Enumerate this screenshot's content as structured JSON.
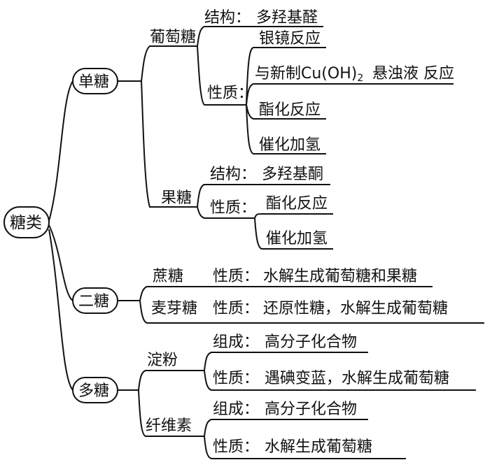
{
  "root": {
    "label": "糖类"
  },
  "mono": {
    "label": "单糖",
    "glucose": {
      "label": "葡萄糖",
      "structure_label": "结构：",
      "structure_value": "多羟基醛",
      "property_label": "性质：",
      "properties": [
        "银镜反应",
        "与新制",
        "悬浊液 反应",
        "酯化反应",
        "催化加氢"
      ],
      "formula": {
        "cu": "Cu(OH)",
        "sub": "2"
      }
    },
    "fructose": {
      "label": "果糖",
      "structure_label": "结构：",
      "structure_value": "多羟基酮",
      "property_label": "性质：",
      "properties": [
        "酯化反应",
        "催化加氢"
      ]
    }
  },
  "di": {
    "label": "二糖",
    "sucrose": {
      "label": "蔗糖",
      "property_label": "性质：",
      "value": "水解生成葡萄糖和果糖"
    },
    "maltose": {
      "label": "麦芽糖",
      "property_label": "性质：",
      "value": "还原性糖，水解生成葡萄糖"
    }
  },
  "poly": {
    "label": "多糖",
    "starch": {
      "label": "淀粉",
      "composition_label": "组成：",
      "composition_value": "高分子化合物",
      "property_label": "性质：",
      "property_value": "遇碘变蓝，水解生成葡萄糖"
    },
    "cellulose": {
      "label": "纤维素",
      "composition_label": "组成：",
      "composition_value": "高分子化合物",
      "property_label": "性质：",
      "property_value": "水解生成葡萄糖"
    }
  }
}
